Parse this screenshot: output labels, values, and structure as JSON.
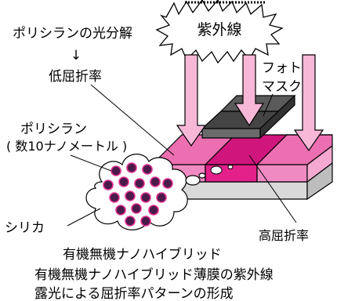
{
  "labels": {
    "polysilane_photolysis": "ポリシランの光分解",
    "arrow_down": "↓",
    "low_refractive_index": "低屈折率",
    "uv_light": "紫外線",
    "photomask_line1": "フォト",
    "photomask_line2": "マスク",
    "polysilane": "ポリシラン",
    "polysilane_paren": "( 数10ナノメートル )",
    "silica": "シリカ",
    "high_refractive_index": "高屈折率",
    "hybrid": "有機無機ナノハイブリッド"
  },
  "caption": {
    "line1": "有機無機ナノハイブリッド薄膜の紫外線",
    "line2": "露光による屈折率パターンの形成"
  },
  "colors": {
    "film_pink": "#f08ac2",
    "film_pink_top": "#ec6fb1",
    "center_magenta": "#e4208a",
    "center_magenta_top": "#d0157c",
    "arrow_fill": "#f7b8d8",
    "mask_gray": "#5a5a5a",
    "substrate": "#e6e6e6",
    "dot": "#4a1a4a",
    "dot_ring": "#e0308e"
  }
}
